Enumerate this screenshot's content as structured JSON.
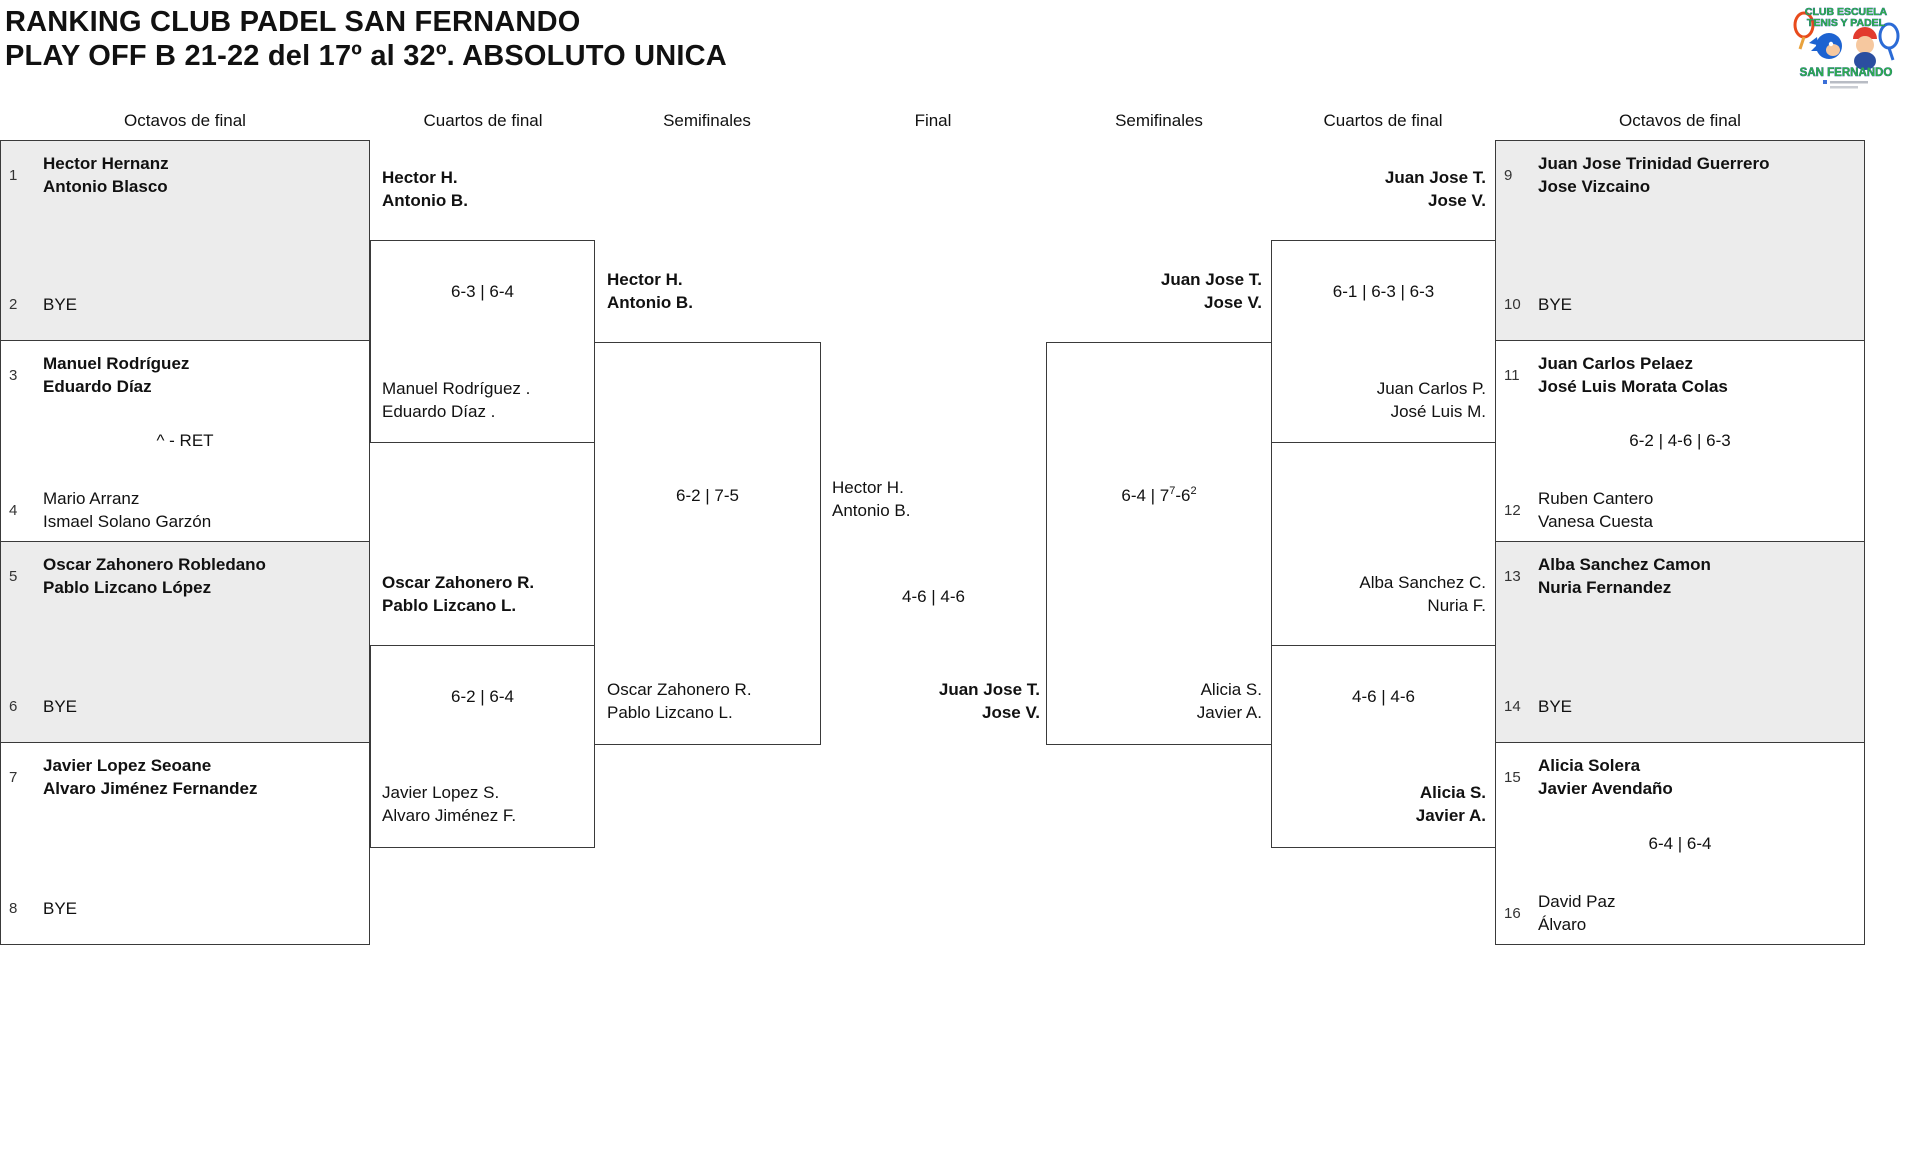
{
  "title": {
    "line1": "RANKING CLUB PADEL SAN FERNANDO",
    "line2": "PLAY OFF B 21-22 del 17º al 32º. ABSOLUTO UNICA"
  },
  "headers": {
    "left_r16": "Octavos de final",
    "left_qf": "Cuartos de final",
    "left_sf": "Semifinales",
    "final": "Final",
    "right_sf": "Semifinales",
    "right_qf": "Cuartos de final",
    "right_r16": "Octavos de final"
  },
  "r16_left": [
    {
      "seed_a": "1",
      "team_a": {
        "line1": "Hector Hernanz",
        "line2": "Antonio Blasco"
      },
      "score": "",
      "seed_b": "2",
      "team_b": {
        "line1": "BYE"
      }
    },
    {
      "seed_a": "3",
      "team_a": {
        "line1": "Manuel Rodríguez",
        "line2": "Eduardo Díaz"
      },
      "score": "^ - RET",
      "seed_b": "4",
      "team_b": {
        "line1": "Mario Arranz",
        "line2": "Ismael Solano Garzón"
      }
    },
    {
      "seed_a": "5",
      "team_a": {
        "line1": "Oscar Zahonero Robledano",
        "line2": "Pablo Lizcano López"
      },
      "score": "",
      "seed_b": "6",
      "team_b": {
        "line1": "BYE"
      }
    },
    {
      "seed_a": "7",
      "team_a": {
        "line1": "Javier Lopez Seoane",
        "line2": "Alvaro Jiménez Fernandez"
      },
      "score": "",
      "seed_b": "8",
      "team_b": {
        "line1": "BYE"
      }
    }
  ],
  "r16_right": [
    {
      "seed_a": "9",
      "team_a": {
        "line1": "Juan Jose Trinidad Guerrero",
        "line2": "Jose Vizcaino"
      },
      "score": "",
      "seed_b": "10",
      "team_b": {
        "line1": "BYE"
      }
    },
    {
      "seed_a": "11",
      "team_a": {
        "line1": "Juan Carlos Pelaez",
        "line2": "José Luis Morata Colas"
      },
      "score": "6-2 | 4-6 | 6-3",
      "seed_b": "12",
      "team_b": {
        "line1": "Ruben Cantero",
        "line2": "Vanesa Cuesta"
      }
    },
    {
      "seed_a": "13",
      "team_a": {
        "line1": "Alba Sanchez Camon",
        "line2": "Nuria Fernandez"
      },
      "score": "",
      "seed_b": "14",
      "team_b": {
        "line1": "BYE"
      }
    },
    {
      "seed_a": "15",
      "team_a": {
        "line1": "Alicia Solera",
        "line2": "Javier Avendaño"
      },
      "score": "6-4 | 6-4",
      "seed_b": "16",
      "team_b": {
        "line1": "David Paz",
        "line2": "Álvaro"
      }
    }
  ],
  "qf_left": [
    {
      "a": {
        "line1": "Hector H.",
        "line2": "Antonio B."
      },
      "score": "6-3 | 6-4",
      "b": {
        "line1": "Manuel Rodríguez .",
        "line2": "Eduardo Díaz ."
      }
    },
    {
      "a": {
        "line1": "Oscar Zahonero R.",
        "line2": "Pablo Lizcano L."
      },
      "score": "6-2 | 6-4",
      "b": {
        "line1": "Javier Lopez S.",
        "line2": "Alvaro Jiménez F."
      }
    }
  ],
  "qf_right": [
    {
      "a": {
        "line1": "Juan Jose T.",
        "line2": "Jose V."
      },
      "score": "6-1 | 6-3 | 6-3",
      "b": {
        "line1": "Juan Carlos P.",
        "line2": "José Luis M."
      }
    },
    {
      "a": {
        "line1": "Alba Sanchez C.",
        "line2": "Nuria F."
      },
      "score": "4-6 | 4-6",
      "b": {
        "line1": "Alicia S.",
        "line2": "Javier A."
      }
    }
  ],
  "sf_left": {
    "a": {
      "line1": "Hector H.",
      "line2": "Antonio B."
    },
    "score": "6-2 | 7-5",
    "b": {
      "line1": "Oscar Zahonero R.",
      "line2": "Pablo Lizcano L."
    }
  },
  "sf_right": {
    "a": {
      "line1": "Juan Jose T.",
      "line2": "Jose V."
    },
    "score_parts": {
      "base1": "6-4 | 7",
      "sup1": "7",
      "base2": "-6",
      "sup2": "2"
    },
    "b": {
      "line1": "Alicia S.",
      "line2": "Javier A."
    }
  },
  "final": {
    "a": {
      "line1": "Hector H.",
      "line2": "Antonio B."
    },
    "score": "4-6 | 4-6",
    "b": {
      "line1": "Juan Jose T.",
      "line2": "Jose V."
    }
  },
  "logo": {
    "line1": "CLUB ESCUELA",
    "line2": "TENIS Y PADEL",
    "line3": "SAN FERNANDO"
  },
  "colors": {
    "shaded_box": "#ececec",
    "border": "#3a3a3a",
    "text": "#111111",
    "logo_green": "#2fae4a",
    "logo_blue": "#1d4fa0",
    "logo_red": "#e23b2e"
  }
}
